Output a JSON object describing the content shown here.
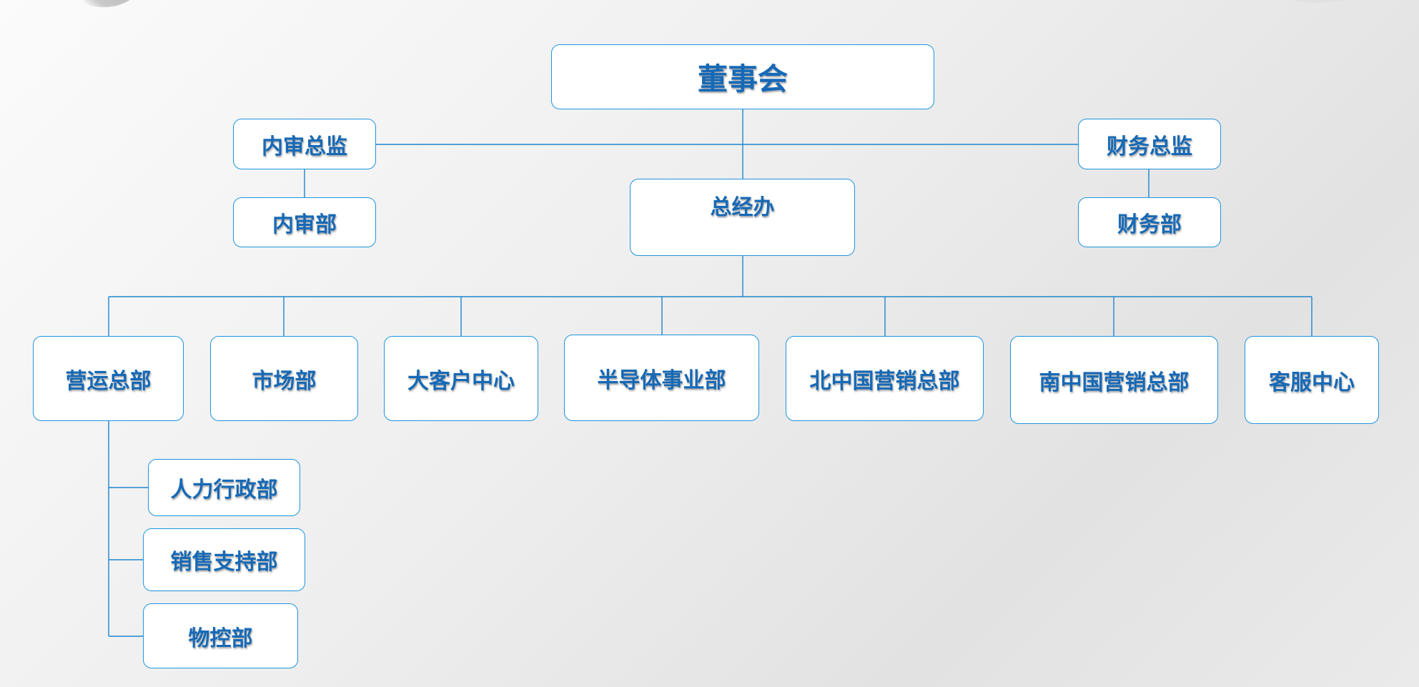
{
  "org_chart": {
    "board": "董事会",
    "internal_audit_director": "内审总监",
    "internal_audit_dept": "内审部",
    "finance_director": "财务总监",
    "finance_dept": "财务部",
    "general_office": "总经办",
    "divisions": {
      "operations_hq": "营运总部",
      "marketing": "市场部",
      "key_account_center": "大客户中心",
      "semiconductor": "半导体事业部",
      "north_china_sales": "北中国营销总部",
      "south_china_sales": "南中国营销总部",
      "customer_service": "客服中心"
    },
    "operations_subdepts": {
      "hr_admin": "人力行政部",
      "sales_support": "销售支持部",
      "materials_control": "物控部"
    }
  },
  "colors": {
    "node_border": "#1e95df",
    "node_text": "#1669b6",
    "connector": "#1c86cf"
  }
}
